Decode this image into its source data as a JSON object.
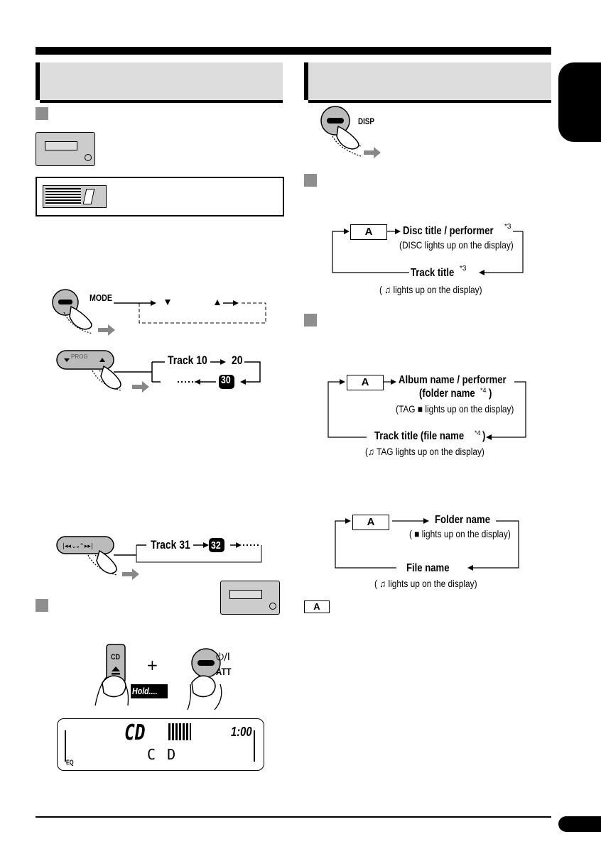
{
  "left": {
    "mode_label": "MODE",
    "prog_label": "PROG",
    "track_seq_1": [
      "Track 10",
      "20",
      "30"
    ],
    "track_seq_2": [
      "Track 31",
      "32"
    ],
    "eject_label": "CD",
    "power_label": "⏻/I",
    "att_label": "ATT",
    "hold_label": "Hold....",
    "display": {
      "main": "CD",
      "time": "1:00",
      "sub": "C D",
      "eq": "EQ"
    }
  },
  "right": {
    "disp_label": "DISP",
    "key_a": "A",
    "cd_text": {
      "line1": "Disc title / performer",
      "line1_note": "*3",
      "line1_sub": "(DISC lights up on the display)",
      "line2": "Track title",
      "line2_note": "*3",
      "line2_sub": "( ♫ lights up on the display)"
    },
    "tag": {
      "line1": "Album name / performer",
      "line1b": "(folder name",
      "line1b_note": "*4",
      "line1_sub": "(TAG ■ lights up on the display)",
      "line2": "Track title (file name",
      "line2_note": "*4",
      "line2_sub": "(♫ TAG lights up on the display)"
    },
    "file": {
      "line1": "Folder name",
      "line1_sub": "( ■ lights up on the display)",
      "line2": "File name",
      "line2_sub": "( ♫ lights up on the display)"
    }
  }
}
